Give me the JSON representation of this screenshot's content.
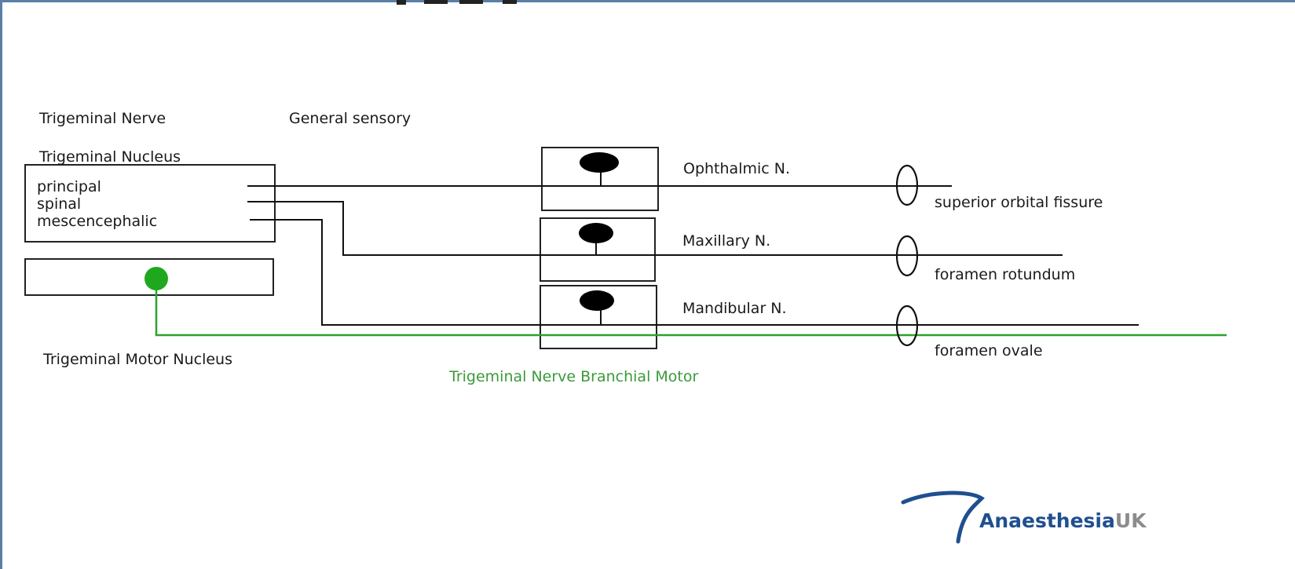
{
  "heading": {
    "nerve_label": "Trigeminal Nerve",
    "modality_label": "General sensory",
    "nucleus_title": "Trigeminal Nucleus"
  },
  "nucleus_parts": [
    "principal",
    "spinal",
    "mescencephalic"
  ],
  "motor_nucleus_label": "Trigeminal Motor Nucleus",
  "branches": [
    {
      "name": "Ophthalmic N.",
      "foramen": "superior orbital fissure"
    },
    {
      "name": "Maxillary N.",
      "foramen": "foramen rotundum"
    },
    {
      "name": "Mandibular N.",
      "foramen": "foramen ovale"
    }
  ],
  "motor_label": "Trigeminal Nerve Branchial Motor",
  "logo": {
    "brand_main": "Anaesthesia",
    "brand_suffix": "UK"
  },
  "colors": {
    "sensory": "#111111",
    "motor": "#2aa52a",
    "motor_text": "#3a9a3a",
    "frame": "#5a7ea8",
    "logo_blue": "#1f4f8f",
    "logo_grey": "#8c8c8c"
  }
}
